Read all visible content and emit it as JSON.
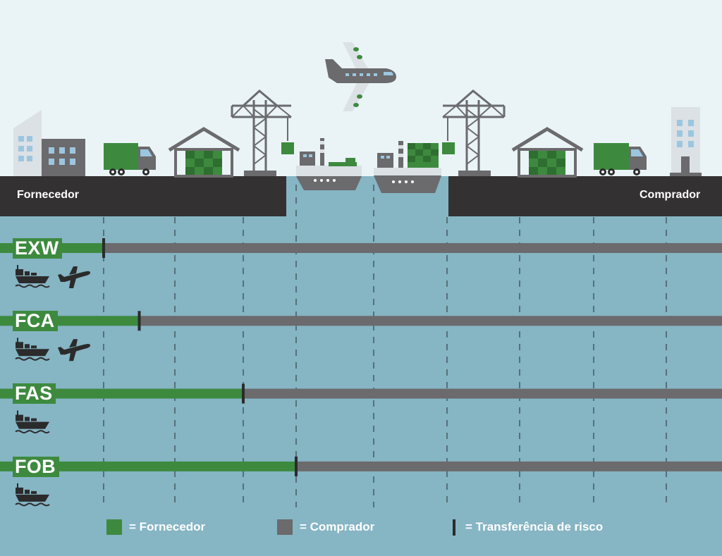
{
  "colors": {
    "supplier": "#3d8a3f",
    "buyer": "#6b6a6c",
    "risk": "#2b2b2b",
    "sky": "#eaf4f7",
    "water": "#86b5c4",
    "dock": "#333132"
  },
  "dock": {
    "left_label": "Fornecedor",
    "right_label": "Comprador"
  },
  "icons": [
    "office-building-icon",
    "delivery-truck-icon",
    "warehouse-icon",
    "port-crane-icon",
    "cargo-ship-icon",
    "airplane-icon",
    "apartment-building-icon"
  ],
  "terms": [
    {
      "code": "EXW",
      "transfer_stage": 1,
      "modes": [
        "ship-icon",
        "plane-icon"
      ]
    },
    {
      "code": "FCA",
      "transfer_stage": 1.5,
      "modes": [
        "ship-icon",
        "plane-icon"
      ]
    },
    {
      "code": "FAS",
      "transfer_stage": 3,
      "modes": [
        "ship-icon"
      ]
    },
    {
      "code": "FOB",
      "transfer_stage": 4,
      "modes": [
        "ship-icon"
      ]
    }
  ],
  "legend": {
    "supplier_label": "= Fornecedor",
    "buyer_label": "= Comprador",
    "risk_label": "= Transferência de risco"
  }
}
